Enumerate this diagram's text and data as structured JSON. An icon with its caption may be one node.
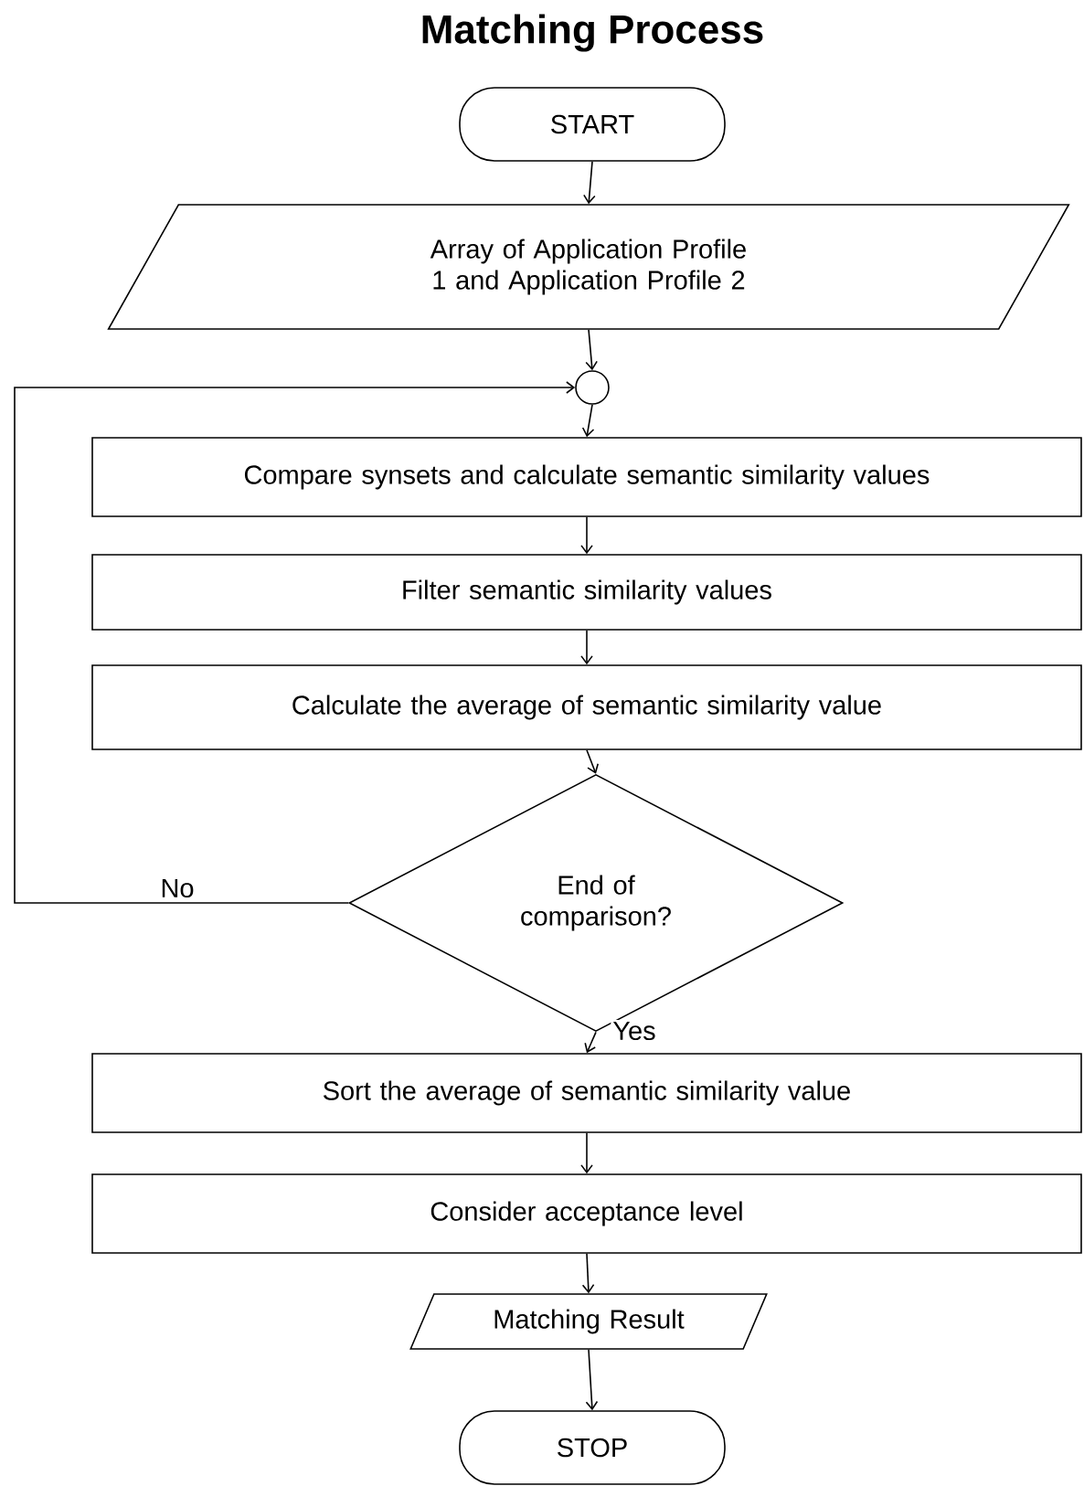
{
  "diagram": {
    "title": "Matching Process",
    "nodes": [
      {
        "text": [
          "START"
        ]
      },
      {
        "text": [
          "Array of Application Profile 1 and Application Profile 2"
        ]
      },
      {
        "text": [],
        "shape": "circle"
      },
      {
        "text": [
          "Compare synsets and calculate semantic similarity values"
        ]
      },
      {
        "text": [
          "Filter semantic similarity values"
        ]
      },
      {
        "text": [
          "Calculate the average of semantic similarity value"
        ]
      },
      {
        "text": [
          "End of comparison?"
        ]
      },
      {
        "text": [
          "Sort the average of semantic similarity value"
        ]
      },
      {
        "text": [
          "Consider acceptance level"
        ]
      },
      {
        "text": [
          "Matching Result"
        ]
      },
      {
        "text": [
          "STOP"
        ]
      }
    ],
    "edges": [
      {
        "from": 0,
        "to": 1,
        "arrow": "to"
      },
      {
        "from": 1,
        "to": 2,
        "arrow": "to"
      },
      {
        "from": 2,
        "to": 3,
        "arrow": "to"
      },
      {
        "from": 3,
        "to": 4,
        "arrow": "to"
      },
      {
        "from": 4,
        "to": 5,
        "arrow": "to"
      },
      {
        "from": 5,
        "to": 6,
        "arrow": "to"
      },
      {
        "from": 6,
        "to": 2,
        "arrow": "to",
        "label": "No"
      },
      {
        "from": 6,
        "to": 7,
        "arrow": "to",
        "label": "Yes"
      },
      {
        "from": 7,
        "to": 8,
        "arrow": "to"
      },
      {
        "from": 8,
        "to": 9,
        "arrow": "to"
      },
      {
        "from": 9,
        "to": 10,
        "arrow": "to"
      }
    ]
  }
}
